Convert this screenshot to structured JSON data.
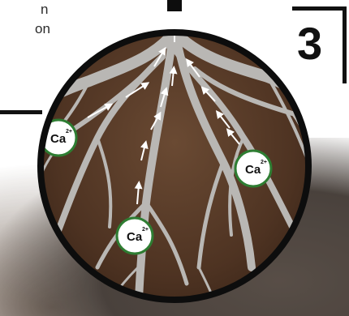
{
  "caption": {
    "lines": [
      "n",
      "on"
    ]
  },
  "step": {
    "number": "3"
  },
  "ion": {
    "symbol": "Ca",
    "charge": "2+"
  },
  "colors": {
    "soil": "#5a3c28",
    "root": "#b9b7b4",
    "badge_border": "#2e7d32",
    "frame": "#111111"
  },
  "icons": {
    "arrow": "up-arrow-icon",
    "badge": "calcium-ion-icon"
  }
}
